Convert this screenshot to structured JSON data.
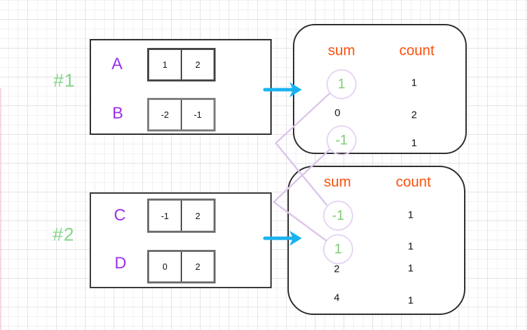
{
  "colors": {
    "green": "#7ccd72",
    "green_label": "#85d687",
    "purple": "#9c30ee",
    "orange": "#fc500c",
    "cyan": "#18b3ef",
    "lavender_line": "#dcc6ea",
    "lavender_circle": "#e7d5f3"
  },
  "groups": [
    {
      "label": "#1",
      "rows": [
        {
          "name": "A",
          "cells": [
            "1",
            "2"
          ]
        },
        {
          "name": "B",
          "cells": [
            "-2",
            "-1"
          ]
        }
      ]
    },
    {
      "label": "#2",
      "rows": [
        {
          "name": "C",
          "cells": [
            "-1",
            "2"
          ]
        },
        {
          "name": "D",
          "cells": [
            "0",
            "2"
          ]
        }
      ]
    }
  ],
  "results": [
    {
      "headers": {
        "sum": "sum",
        "count": "count"
      },
      "rows": [
        {
          "sum": "1",
          "count": "1",
          "circled": true
        },
        {
          "sum": "0",
          "count": "2",
          "circled": false
        },
        {
          "sum": "-1",
          "count": "1",
          "circled": true
        }
      ]
    },
    {
      "headers": {
        "sum": "sum",
        "count": "count"
      },
      "rows": [
        {
          "sum": "-1",
          "count": "1",
          "circled": true
        },
        {
          "sum": "1",
          "count": "1",
          "circled": true
        },
        {
          "sum": "2",
          "count": "1",
          "circled": false
        },
        {
          "sum": "4",
          "count": "1",
          "circled": false
        }
      ]
    }
  ]
}
